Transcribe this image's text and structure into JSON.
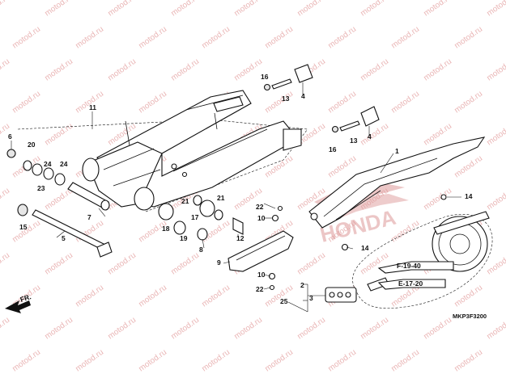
{
  "diagram": {
    "code": "MKP3F3200",
    "watermark": "motod.ru",
    "direction_label": "FR.",
    "brand_emblem": "HONDA",
    "references": [
      "F-19-40",
      "E-17-20"
    ],
    "callouts": [
      "1",
      "2",
      "3",
      "4",
      "4",
      "5",
      "6",
      "7",
      "8",
      "9",
      "10",
      "10",
      "11",
      "12",
      "13",
      "13",
      "14",
      "14",
      "15",
      "16",
      "16",
      "17",
      "18",
      "19",
      "20",
      "21",
      "21",
      "22",
      "22",
      "23",
      "24",
      "24",
      "25"
    ]
  }
}
